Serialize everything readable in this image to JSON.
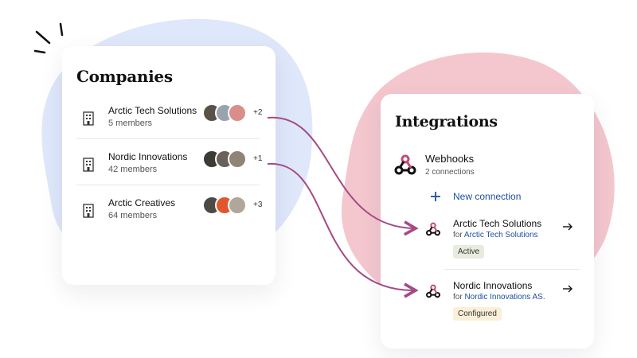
{
  "colors": {
    "blob_blue": "#dfe7fb",
    "blob_pink": "#f4c7cf",
    "connector": "#a44a86",
    "link_blue": "#1f4fa3",
    "badge_active_bg": "#e8ecdf",
    "badge_configured_bg": "#fbefd8"
  },
  "companies": {
    "title": "Companies",
    "items": [
      {
        "name": "Arctic Tech Solutions",
        "members": "5 members",
        "extra": "+2"
      },
      {
        "name": "Nordic Innovations",
        "members": "42 members",
        "extra": "+1"
      },
      {
        "name": "Arctic Creatives",
        "members": "64 members",
        "extra": "+3"
      }
    ]
  },
  "integrations": {
    "title": "Integrations",
    "webhooks": {
      "title": "Webhooks",
      "subtitle": "2 connections"
    },
    "new_connection": "New connection",
    "connections": [
      {
        "name": "Arctic Tech Solutions",
        "for_label": "for",
        "for_link": "Arctic Tech Solutions",
        "status": "Active"
      },
      {
        "name": "Nordic Innovations",
        "for_label": "for",
        "for_link": "Nordic Innovations AS.",
        "status": "Configured"
      }
    ]
  },
  "icons": {
    "building": "building-icon",
    "webhook": "webhook-icon",
    "plus": "plus-icon",
    "arrow": "arrow-right-icon"
  }
}
